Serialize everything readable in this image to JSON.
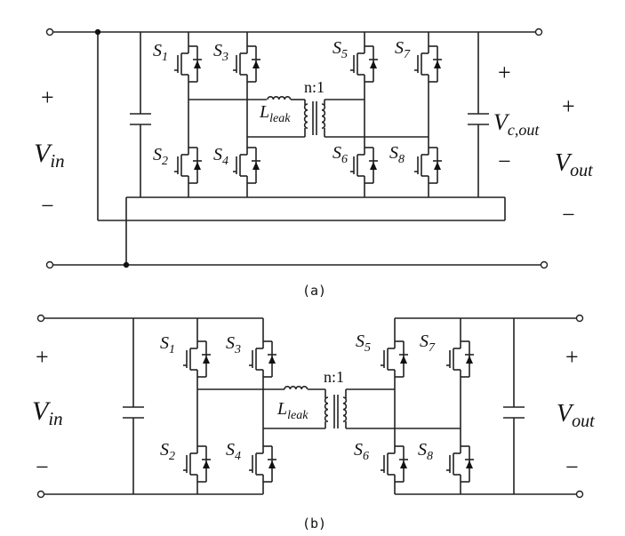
{
  "captions": {
    "a": "(a)",
    "b": "(b)"
  },
  "turns_ratio": "n:1",
  "inductor": {
    "main": "L",
    "sub": "leak"
  },
  "switches": [
    {
      "main": "S",
      "sub": "1"
    },
    {
      "main": "S",
      "sub": "2"
    },
    {
      "main": "S",
      "sub": "3"
    },
    {
      "main": "S",
      "sub": "4"
    },
    {
      "main": "S",
      "sub": "5"
    },
    {
      "main": "S",
      "sub": "6"
    },
    {
      "main": "S",
      "sub": "7"
    },
    {
      "main": "S",
      "sub": "8"
    }
  ],
  "vin": {
    "main": "V",
    "sub": "in"
  },
  "vout": {
    "main": "V",
    "sub": "out"
  },
  "vcout": {
    "main": "V",
    "sub": "c,out"
  },
  "plus": "+",
  "minus": "−"
}
